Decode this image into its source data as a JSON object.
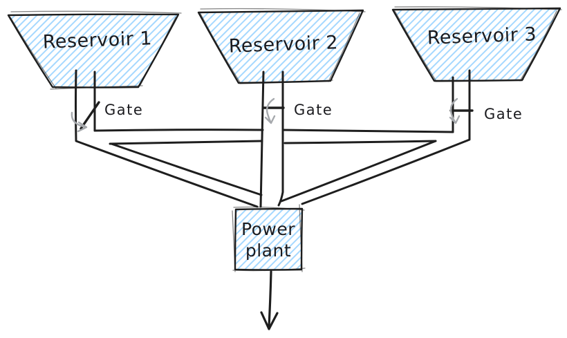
{
  "diagram": {
    "background": "#ffffff",
    "stroke_color": "#1e1e1e",
    "hatch_fill_color": "#a5d8ff",
    "gate_arrow_color": "#a6a9ad",
    "reservoirs": [
      {
        "label": "Reservoir 1"
      },
      {
        "label": "Reservoir 2"
      },
      {
        "label": "Reservoir 3"
      }
    ],
    "gates": [
      {
        "label": "Gate"
      },
      {
        "label": "Gate"
      },
      {
        "label": "Gate"
      }
    ],
    "power_plant": {
      "line1": "Power",
      "line2": "plant"
    }
  }
}
